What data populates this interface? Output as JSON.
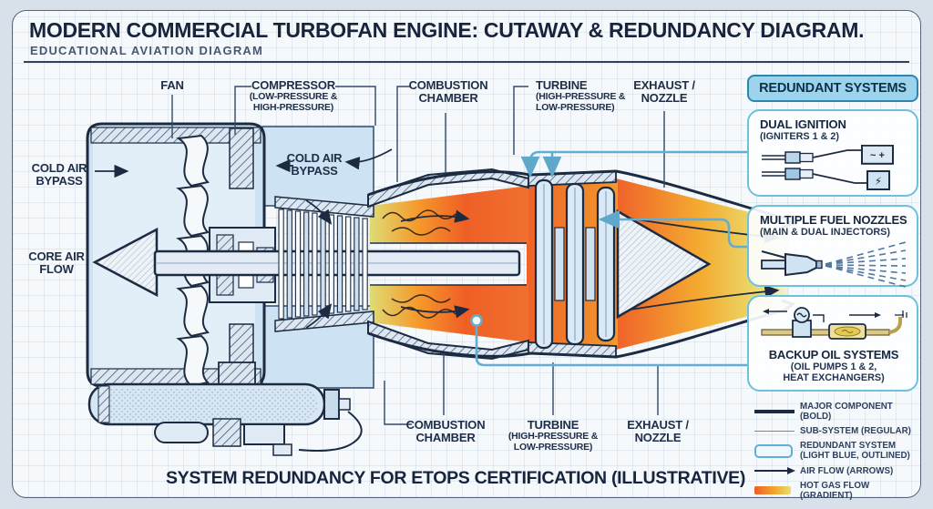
{
  "header": {
    "title": "MODERN COMMERCIAL TURBOFAN ENGINE: CUTAWAY & REDUNDANCY DIAGRAM.",
    "subtitle": "EDUCATIONAL AVIATION DIAGRAM"
  },
  "component_labels": {
    "fan": "FAN",
    "compressor": {
      "name": "COMPRESSOR",
      "sub1": "(LOW-PRESSURE &",
      "sub2": "HIGH-PRESSURE)"
    },
    "combustion_top": {
      "line1": "COMBUSTION",
      "line2": "CHAMBER"
    },
    "turbine_top": {
      "name": "TURBINE",
      "sub1": "(HIGH-PRESSURE &",
      "sub2": "LOW-PRESSURE)"
    },
    "exhaust_top": {
      "line1": "EXHAUST /",
      "line2": "NOZZLE"
    },
    "cold_air_bypass_left": {
      "line1": "COLD AIR",
      "line2": "BYPASS"
    },
    "cold_air_bypass_mid": {
      "line1": "COLD AIR",
      "line2": "BYPASS"
    },
    "core_air_flow": {
      "line1": "CORE AIR",
      "line2": "FLOW"
    },
    "combustion_bottom": {
      "line1": "COMBUSTION",
      "line2": "CHAMBER"
    },
    "turbine_bottom": {
      "name": "TURBINE",
      "sub1": "(HIGH-PRESSURE &",
      "sub2": "LOW-PRESSURE)"
    },
    "exhaust_bottom": {
      "line1": "EXHAUST /",
      "line2": "NOZZLE"
    }
  },
  "redundant_panel": {
    "header": "REDUNDANT SYSTEMS",
    "dual_ignition": {
      "title": "DUAL IGNITION",
      "subtitle": "(IGNITERS 1 & 2)",
      "generator_symbol": "~ +",
      "spark_symbol": "⚡"
    },
    "fuel_nozzles": {
      "title": "MULTIPLE FUEL NOZZLES",
      "subtitle": "(MAIN & DUAL INJECTORS)"
    },
    "backup_oil": {
      "title": "BACKUP OIL SYSTEMS",
      "subtitle1": "(OIL PUMPS 1 & 2,",
      "subtitle2": "HEAT EXCHANGERS)"
    }
  },
  "legend": {
    "items": [
      {
        "label": "MAJOR COMPONENT (BOLD)"
      },
      {
        "label": "SUB-SYSTEM (REGULAR)"
      },
      {
        "label1": "REDUNDANT SYSTEM",
        "label2": "(LIGHT BLUE, OUTLINED)"
      },
      {
        "label": "AIR FLOW (ARROWS)"
      },
      {
        "label": "HOT GAS FLOW (GRADIENT)"
      }
    ]
  },
  "footer": {
    "caption": "SYSTEM REDUNDANCY FOR ETOPS CERTIFICATION (ILLUSTRATIVE)"
  },
  "colors": {
    "ink": "#1d2b42",
    "redundant_outline": "#5fb0d4",
    "redundant_header_fill": "#9bd4ec",
    "cold_blue_fill": "#cde2f2",
    "hot_gradient_start": "#ee5f26",
    "hot_gradient_mid": "#f2a52e",
    "hot_gradient_end": "#e9df74"
  }
}
